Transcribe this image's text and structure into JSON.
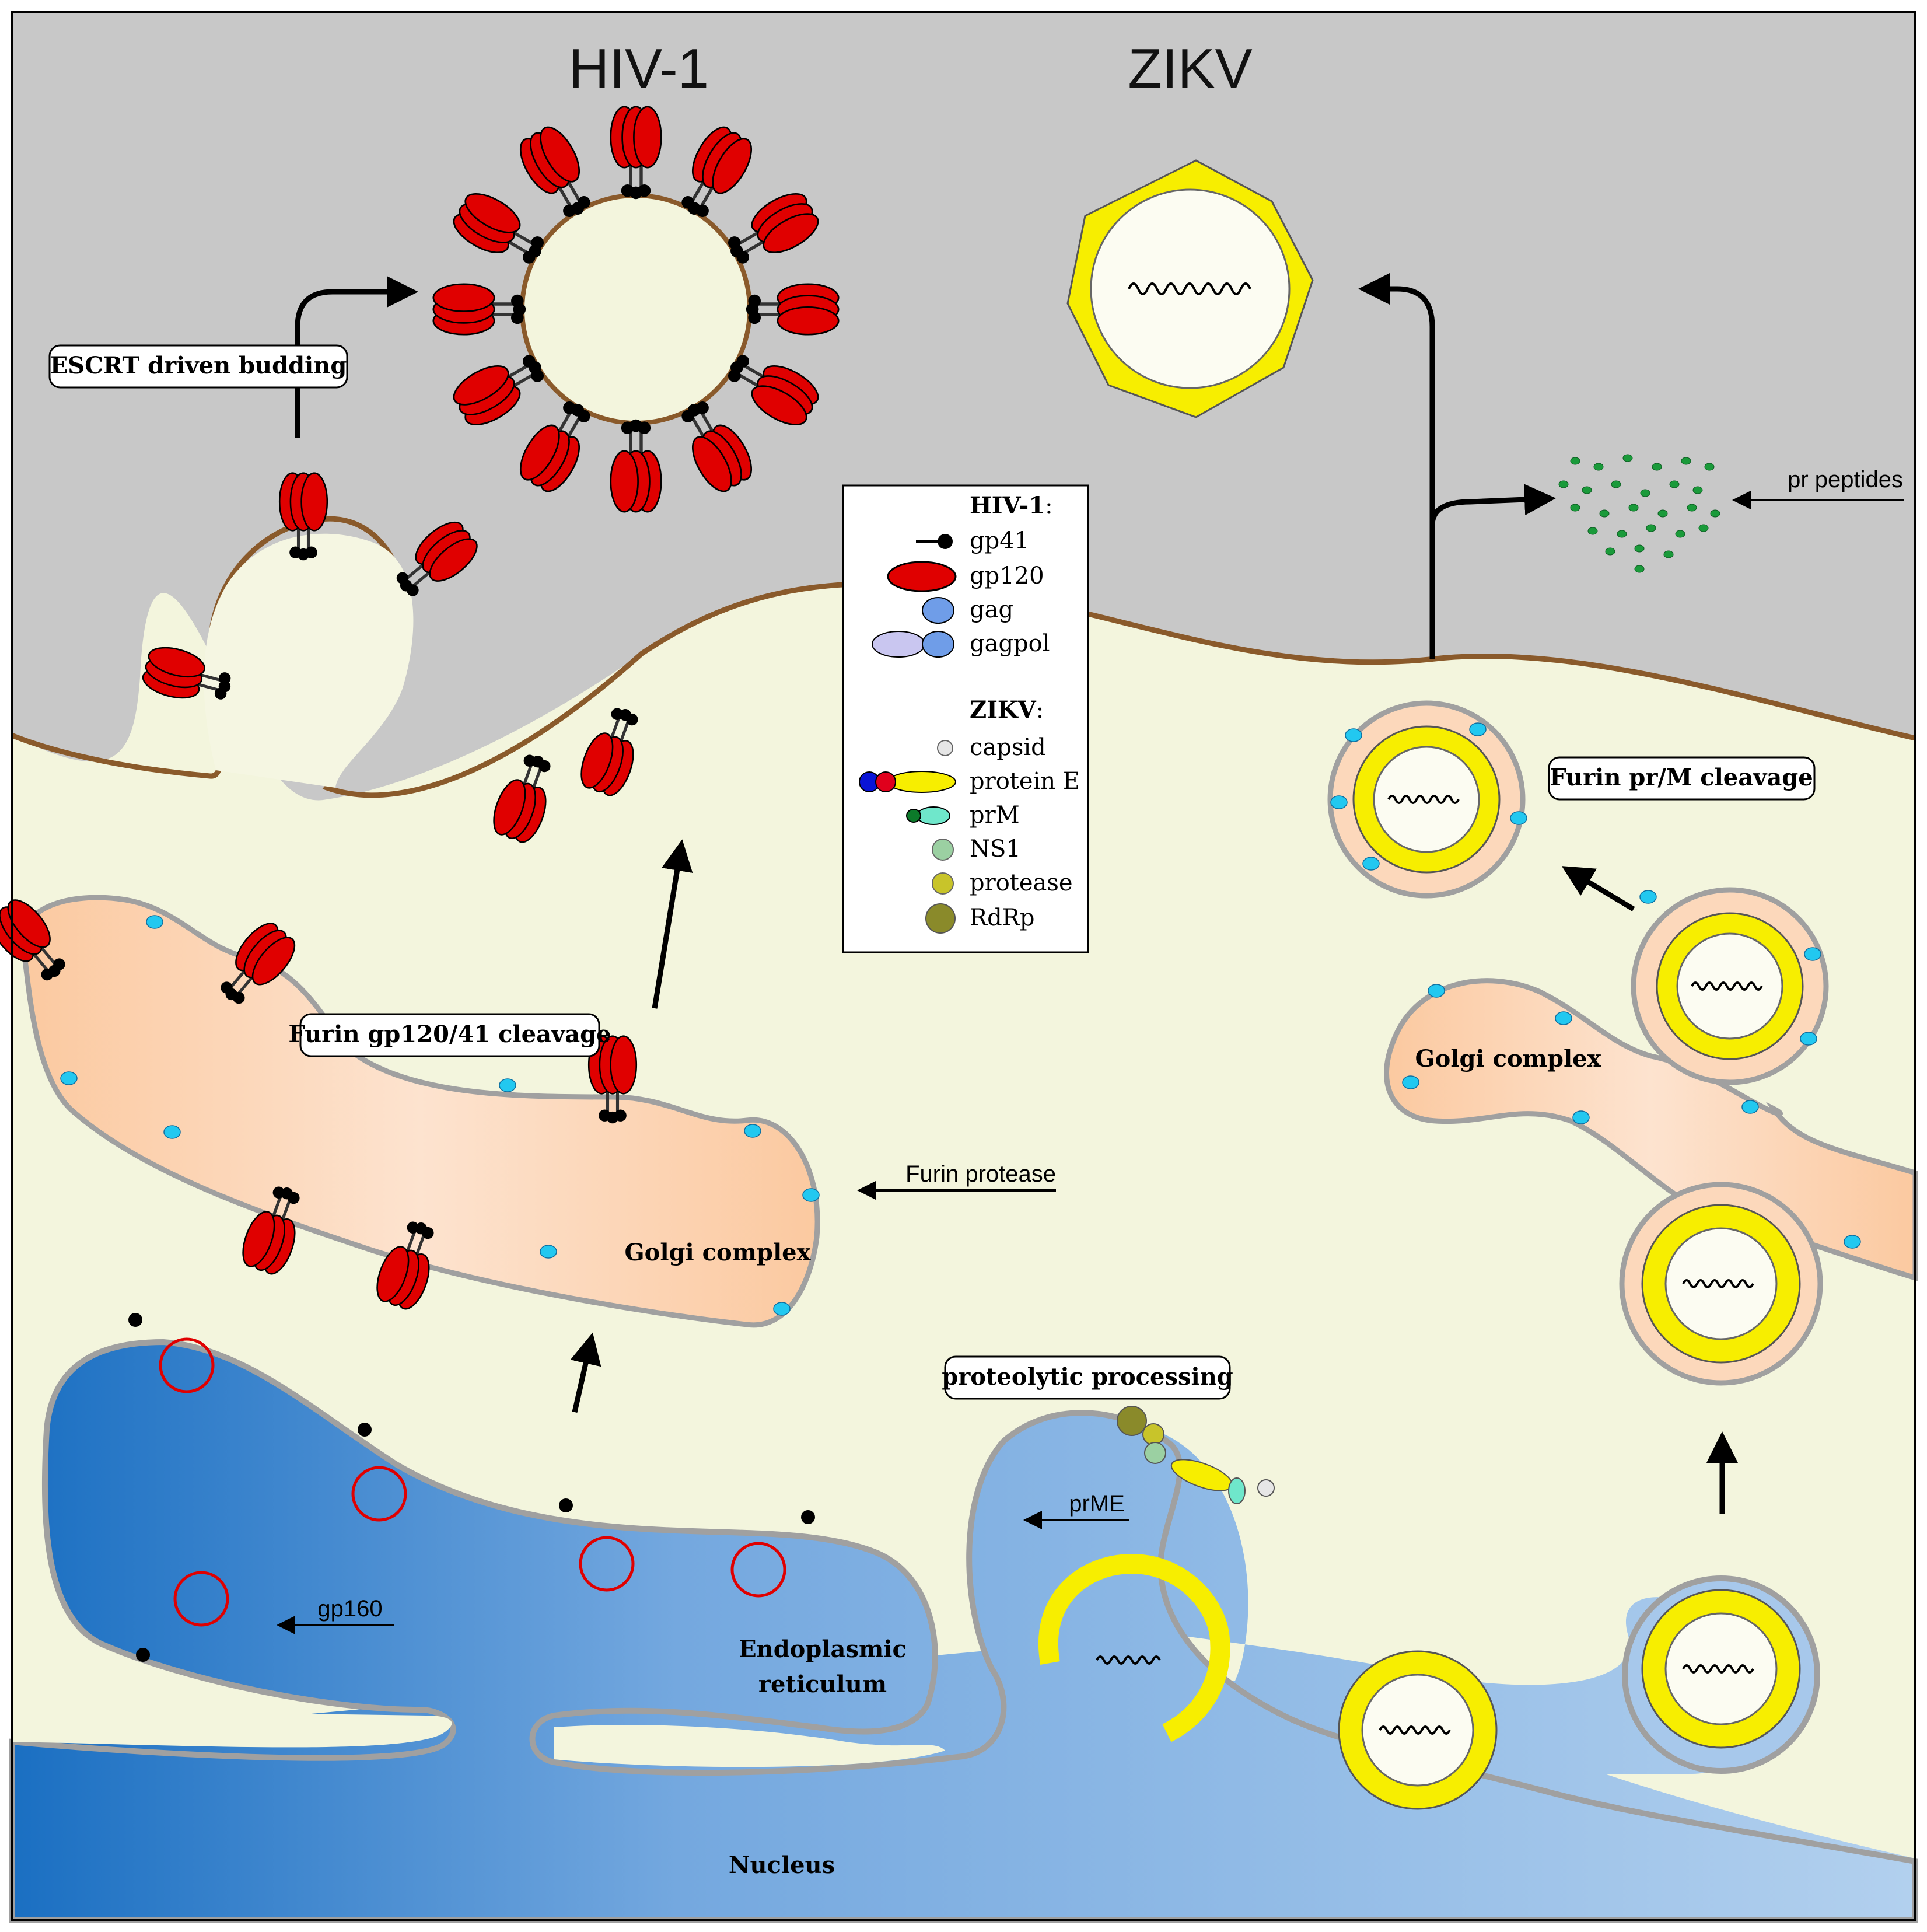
{
  "titles": {
    "hiv": "HIV-1",
    "zikv": "ZIKV"
  },
  "labels": {
    "escrt": "ESCRT driven budding",
    "furin_gp": "Furin gp120/41 cleavage",
    "furin_prm": "Furin pr/M cleavage",
    "proteolytic": "proteolytic processing",
    "pr_peptides": "pr peptides",
    "furin_protease": "Furin protease",
    "golgi_left": "Golgi complex",
    "golgi_right": "Golgi complex",
    "er_line1": "Endoplasmic",
    "er_line2": "reticulum",
    "nucleus": "Nucleus",
    "gp160": "gp160",
    "prme": "prME"
  },
  "legend": {
    "hiv_heading": "HIV-1",
    "hiv_items": [
      "gp41",
      "gp120",
      "gag",
      "gagpol"
    ],
    "zikv_heading": "ZIKV",
    "zikv_items": [
      "capsid",
      "protein E",
      "prM",
      "NS1",
      "protease",
      "RdRp"
    ]
  },
  "colors": {
    "extracellular": "#c8c8c8",
    "cytoplasm": "#f3f5dd",
    "membrane": "#8a5a2b",
    "golgi": "#fbd3b4",
    "er_dark": "#1a6fc2",
    "er_light": "#a8c7ea",
    "gp120": "#e00000",
    "gag": "#6f9de8",
    "gagpol": "#c9c6f0",
    "capsid": "#e6e6e6",
    "protein_e": "#f7ee00",
    "e_blue": "#0a14d6",
    "e_red": "#e0001c",
    "prm": "#6fe7cb",
    "prm_green": "#0c7a2a",
    "ns1": "#9bd0a2",
    "protease": "#c8c42a",
    "rdrp": "#8a8a2a",
    "furin": "#22c8f0"
  }
}
